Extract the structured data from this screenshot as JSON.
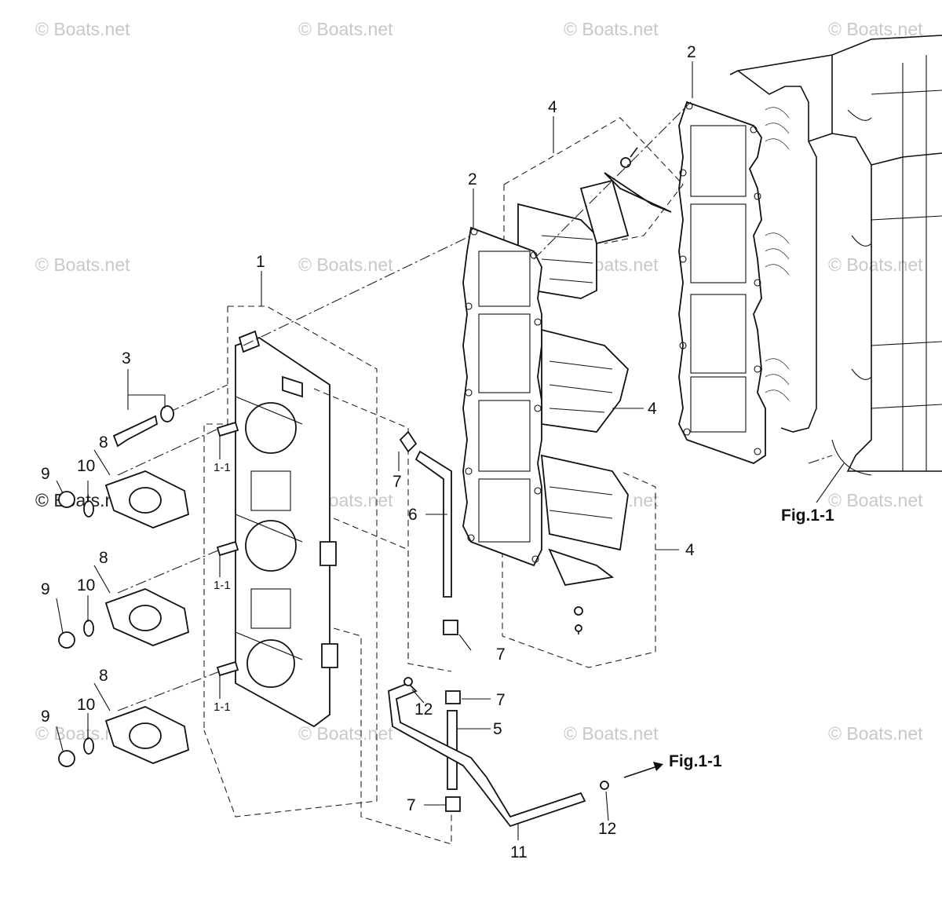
{
  "watermark": "© Boats.net",
  "figure_refs": {
    "engine_block": "Fig.1-1",
    "hose_destination": "Fig.1-1"
  },
  "callouts": {
    "part_1": "1",
    "part_2_left": "2",
    "part_2_right": "2",
    "part_3": "3",
    "part_4_top": "4",
    "part_4_mid": "4",
    "part_4_bottom": "4",
    "part_5": "5",
    "part_6": "6",
    "part_7_top": "7",
    "part_7_mid": "7",
    "part_7_lowmid": "7",
    "part_7_bottom": "7",
    "part_8_a": "8",
    "part_8_b": "8",
    "part_8_c": "8",
    "part_9_a": "9",
    "part_9_b": "9",
    "part_9_c": "9",
    "part_10_a": "10",
    "part_10_b": "10",
    "part_10_c": "10",
    "part_11": "11",
    "part_12_a": "12",
    "part_12_b": "12",
    "sub_1_1_a": "1-1",
    "sub_1_1_b": "1-1",
    "sub_1_1_c": "1-1"
  }
}
